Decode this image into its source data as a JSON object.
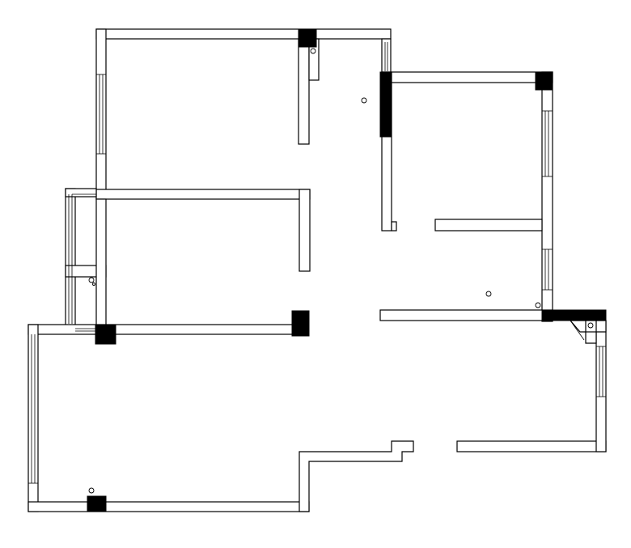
{
  "diagram": {
    "type": "architectural floor plan",
    "colors": {
      "wall_fill": "#ffffff",
      "wall_line": "#000000",
      "column": "#000000",
      "background": "#ffffff"
    },
    "structure": {
      "walls": 22,
      "columns": 7,
      "window_strips": 6,
      "ceiling_fixtures": 7
    }
  }
}
